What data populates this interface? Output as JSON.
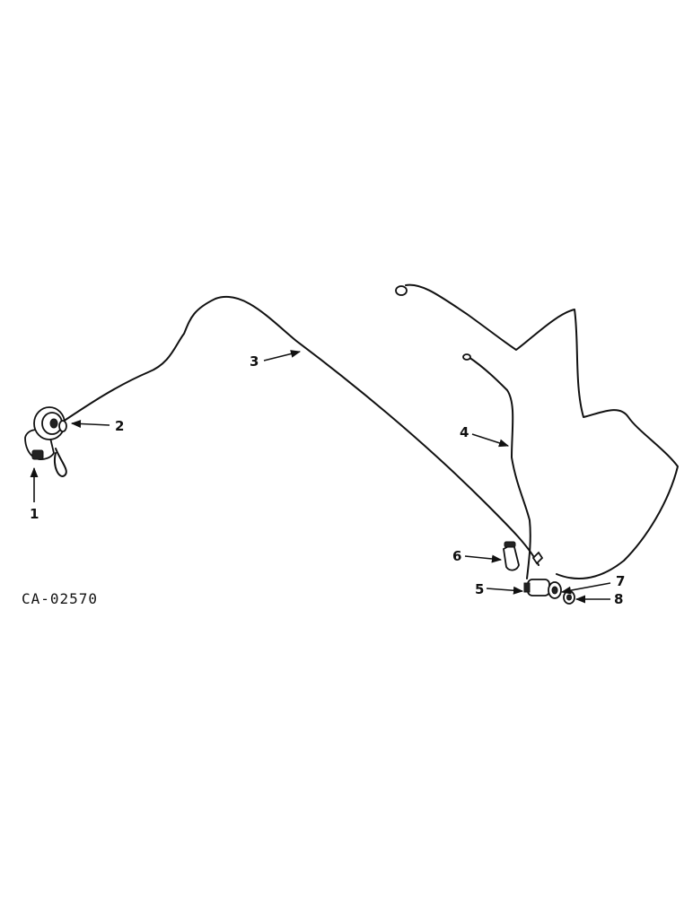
{
  "drawing_code": "CA-02570",
  "callouts": [
    "1",
    "2",
    "3",
    "4",
    "5",
    "6",
    "7",
    "8"
  ]
}
